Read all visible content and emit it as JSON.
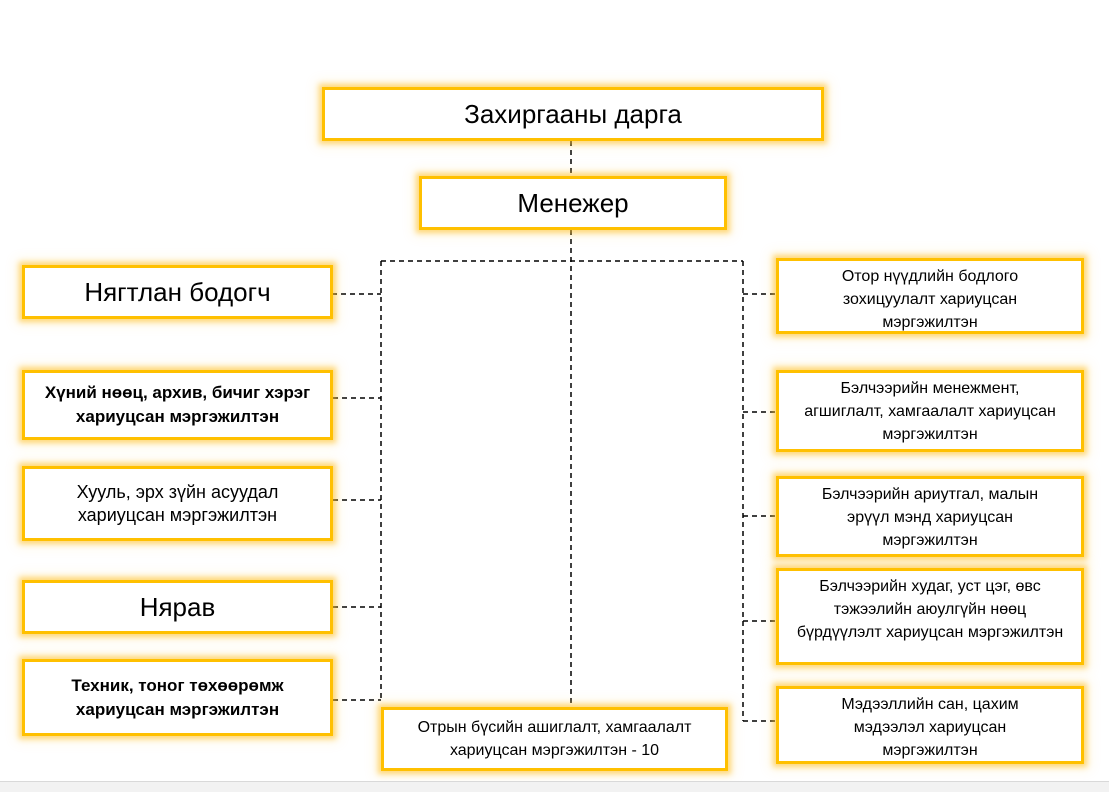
{
  "nodes": {
    "director": "Захиргааны дарга",
    "manager": "Менежер",
    "accountant": "Нягтлан бодогч",
    "hr": "Хүний нөөц, архив, бичиг хэрэг хариуцсан мэргэжилтэн",
    "legal": "Хууль, эрх зүйн асуудал хариуцсан мэргэжилтэн",
    "storekeeper": "Нярав",
    "technical": "Техник, тоног төхөөрөмж хариуцсан мэргэжилтэн",
    "zone": "Отрын бүсийн ашиглалт, хамгаалалт хариуцсан мэргэжилтэн - 10",
    "migration": "Отор нүүдлийн бодлого зохицуулалт хариуцсан мэргэжилтэн",
    "pasture_mgmt": "Бэлчээрийн менежмент, агшиглалт, хамгаалалт хариуцсан мэргэжилтэн",
    "sanitation": "Бэлчээрийн ариутгал, малын эрүүл мэнд хариуцсан мэргэжилтэн",
    "water": "Бэлчээрийн худаг, уст цэг, өвс тэжээлийн аюулгүйн нөөц бүрдүүлэлт хариуцсан мэргэжилтэн",
    "database": "Мэдээллийн сан, цахим мэдээлэл хариуцсан мэргэжилтэн"
  },
  "colors": {
    "box_border": "#ffc000",
    "box_glow": "#ffd966",
    "connector": "#000000"
  }
}
